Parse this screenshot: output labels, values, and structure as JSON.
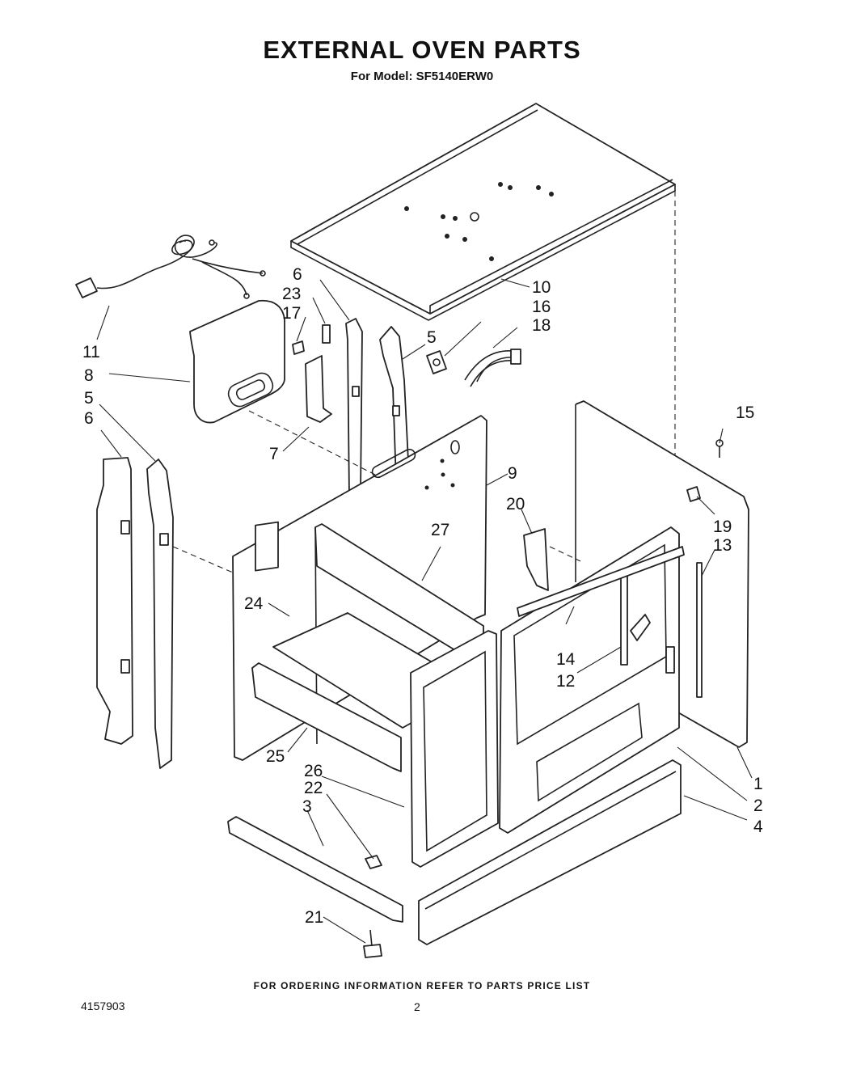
{
  "title": "EXTERNAL OVEN PARTS",
  "model_line": "For Model: SF5140ERW0",
  "footer_note": "FOR ORDERING INFORMATION REFER TO PARTS PRICE LIST",
  "doc_number": "4157903",
  "page_number": "2",
  "callouts": [
    "1",
    "2",
    "3",
    "4",
    "5",
    "5",
    "6",
    "6",
    "7",
    "8",
    "9",
    "10",
    "11",
    "12",
    "13",
    "14",
    "15",
    "16",
    "17",
    "18",
    "19",
    "20",
    "21",
    "22",
    "23",
    "24",
    "25",
    "26",
    "27"
  ]
}
